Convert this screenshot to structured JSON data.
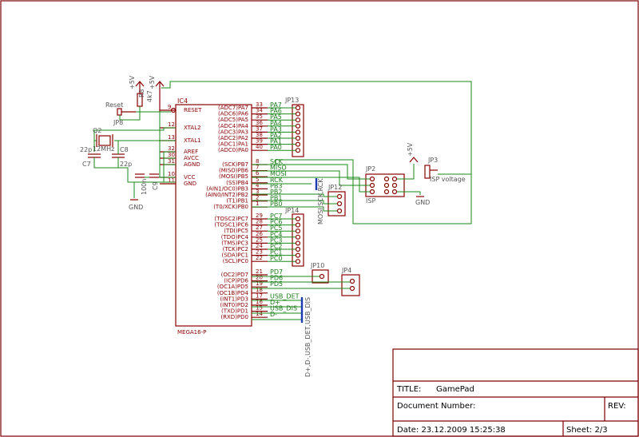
{
  "title_block": {
    "title_label": "TITLE:",
    "title_value": "GamePad",
    "document_label": "Document Number:",
    "rev_label": "REV:",
    "date_label": "Date: 23.12.2009 15:25:38",
    "sheet_label": "Sheet: 2/3"
  },
  "ic": {
    "name": "IC4",
    "value": "MEGA16-P",
    "left_pins": [
      {
        "num": "9",
        "name": "RESET"
      },
      {
        "num": "12",
        "name": "XTAL2"
      },
      {
        "num": "13",
        "name": "XTAL1"
      },
      {
        "num": "32",
        "name": "AREF"
      },
      {
        "num": "30",
        "name": "AVCC"
      },
      {
        "num": "31",
        "name": "AGND"
      },
      {
        "num": "10",
        "name": "VCC"
      },
      {
        "num": "11",
        "name": "GND"
      }
    ],
    "right_pins": [
      {
        "num": "33",
        "name": "(ADC7)PA7",
        "net": "PA7"
      },
      {
        "num": "34",
        "name": "(ADC6)PA6",
        "net": "PA6"
      },
      {
        "num": "35",
        "name": "(ADC5)PA5",
        "net": "PA5"
      },
      {
        "num": "36",
        "name": "(ADC4)PA4",
        "net": "PA4"
      },
      {
        "num": "37",
        "name": "(ADC3)PA3",
        "net": "PA3"
      },
      {
        "num": "38",
        "name": "(ADC2)PA2",
        "net": "PA2"
      },
      {
        "num": "39",
        "name": "(ADC1)PA1",
        "net": "PA1"
      },
      {
        "num": "40",
        "name": "(ADC0)PA0",
        "net": "PA0"
      },
      {
        "num": "8",
        "name": "(SCK)PB7",
        "net": "SCK"
      },
      {
        "num": "7",
        "name": "(MISO)PB6",
        "net": "MISO"
      },
      {
        "num": "6",
        "name": "(MOSI)PB5",
        "net": "MOSI"
      },
      {
        "num": "5",
        "name": "(SS)PB4",
        "net": "RCK"
      },
      {
        "num": "4",
        "name": "(AIN1/OC0)PB3",
        "net": "PB3"
      },
      {
        "num": "3",
        "name": "(AIN0/INT2)PB2",
        "net": "PB2"
      },
      {
        "num": "2",
        "name": "(T1)PB1",
        "net": "PB1"
      },
      {
        "num": "1",
        "name": "(T0/XCK)PB0",
        "net": "PB0"
      },
      {
        "num": "29",
        "name": "(TOSC2)PC7",
        "net": "PC7"
      },
      {
        "num": "28",
        "name": "(TOSC1)PC6",
        "net": "PC6"
      },
      {
        "num": "27",
        "name": "(TDI)PC5",
        "net": "PC5"
      },
      {
        "num": "26",
        "name": "(TDO)PC4",
        "net": "PC4"
      },
      {
        "num": "25",
        "name": "(TMS)PC3",
        "net": "PC3"
      },
      {
        "num": "24",
        "name": "(TCK)PC2",
        "net": "PC2"
      },
      {
        "num": "23",
        "name": "(SDA)PC1",
        "net": "PC1"
      },
      {
        "num": "22",
        "name": "(SCL)PC0",
        "net": "PC0"
      },
      {
        "num": "21",
        "name": "(OC2)PD7",
        "net": "PD7"
      },
      {
        "num": "20",
        "name": "(ICP)PD6",
        "net": "PD6"
      },
      {
        "num": "19",
        "name": "(OC1A)PD5",
        "net": "PD5"
      },
      {
        "num": "18",
        "name": "(OC1B)PD4",
        "net": ""
      },
      {
        "num": "17",
        "name": "(INT1)PD3",
        "net": "USB_DET"
      },
      {
        "num": "16",
        "name": "(INT0)PD2",
        "net": "D+"
      },
      {
        "num": "15",
        "name": "(TXD)PD1",
        "net": "USB_DIS"
      },
      {
        "num": "14",
        "name": "(RXD)PD0",
        "net": "D-"
      }
    ]
  },
  "parts": {
    "reset_label": "Reset",
    "jp8": "JP8",
    "r8": "R8",
    "r8_value": "4k7",
    "supply_5v_a": "+5V",
    "supply_5v_b": "+5V",
    "supply_5v_c": "+5V",
    "q2": "Q2",
    "crystal": "12MHz",
    "c7_value": "22p",
    "c7": "C7",
    "c8": "C8",
    "c8_value": "22p",
    "c9_value": "100n",
    "c9": "C9",
    "gnd_a": "GND",
    "gnd_b": "GND",
    "jp13": "JP13",
    "jp14": "JP14",
    "jp12": "JP12",
    "jp12_bus": "MOSI,SCK,RCK",
    "jp2": "JP2",
    "isp": "ISP",
    "jp3": "JP3",
    "isp_voltage": "ISP voltage",
    "jp10": "JP10",
    "jp4": "JP4",
    "usb_bus": "D+,D-,USB_DET,USB_DIS"
  },
  "colors": {
    "component": "#8a0000",
    "wire": "#1a8a1a",
    "bus": "#1a3ab0",
    "frame": "#7a0000"
  }
}
